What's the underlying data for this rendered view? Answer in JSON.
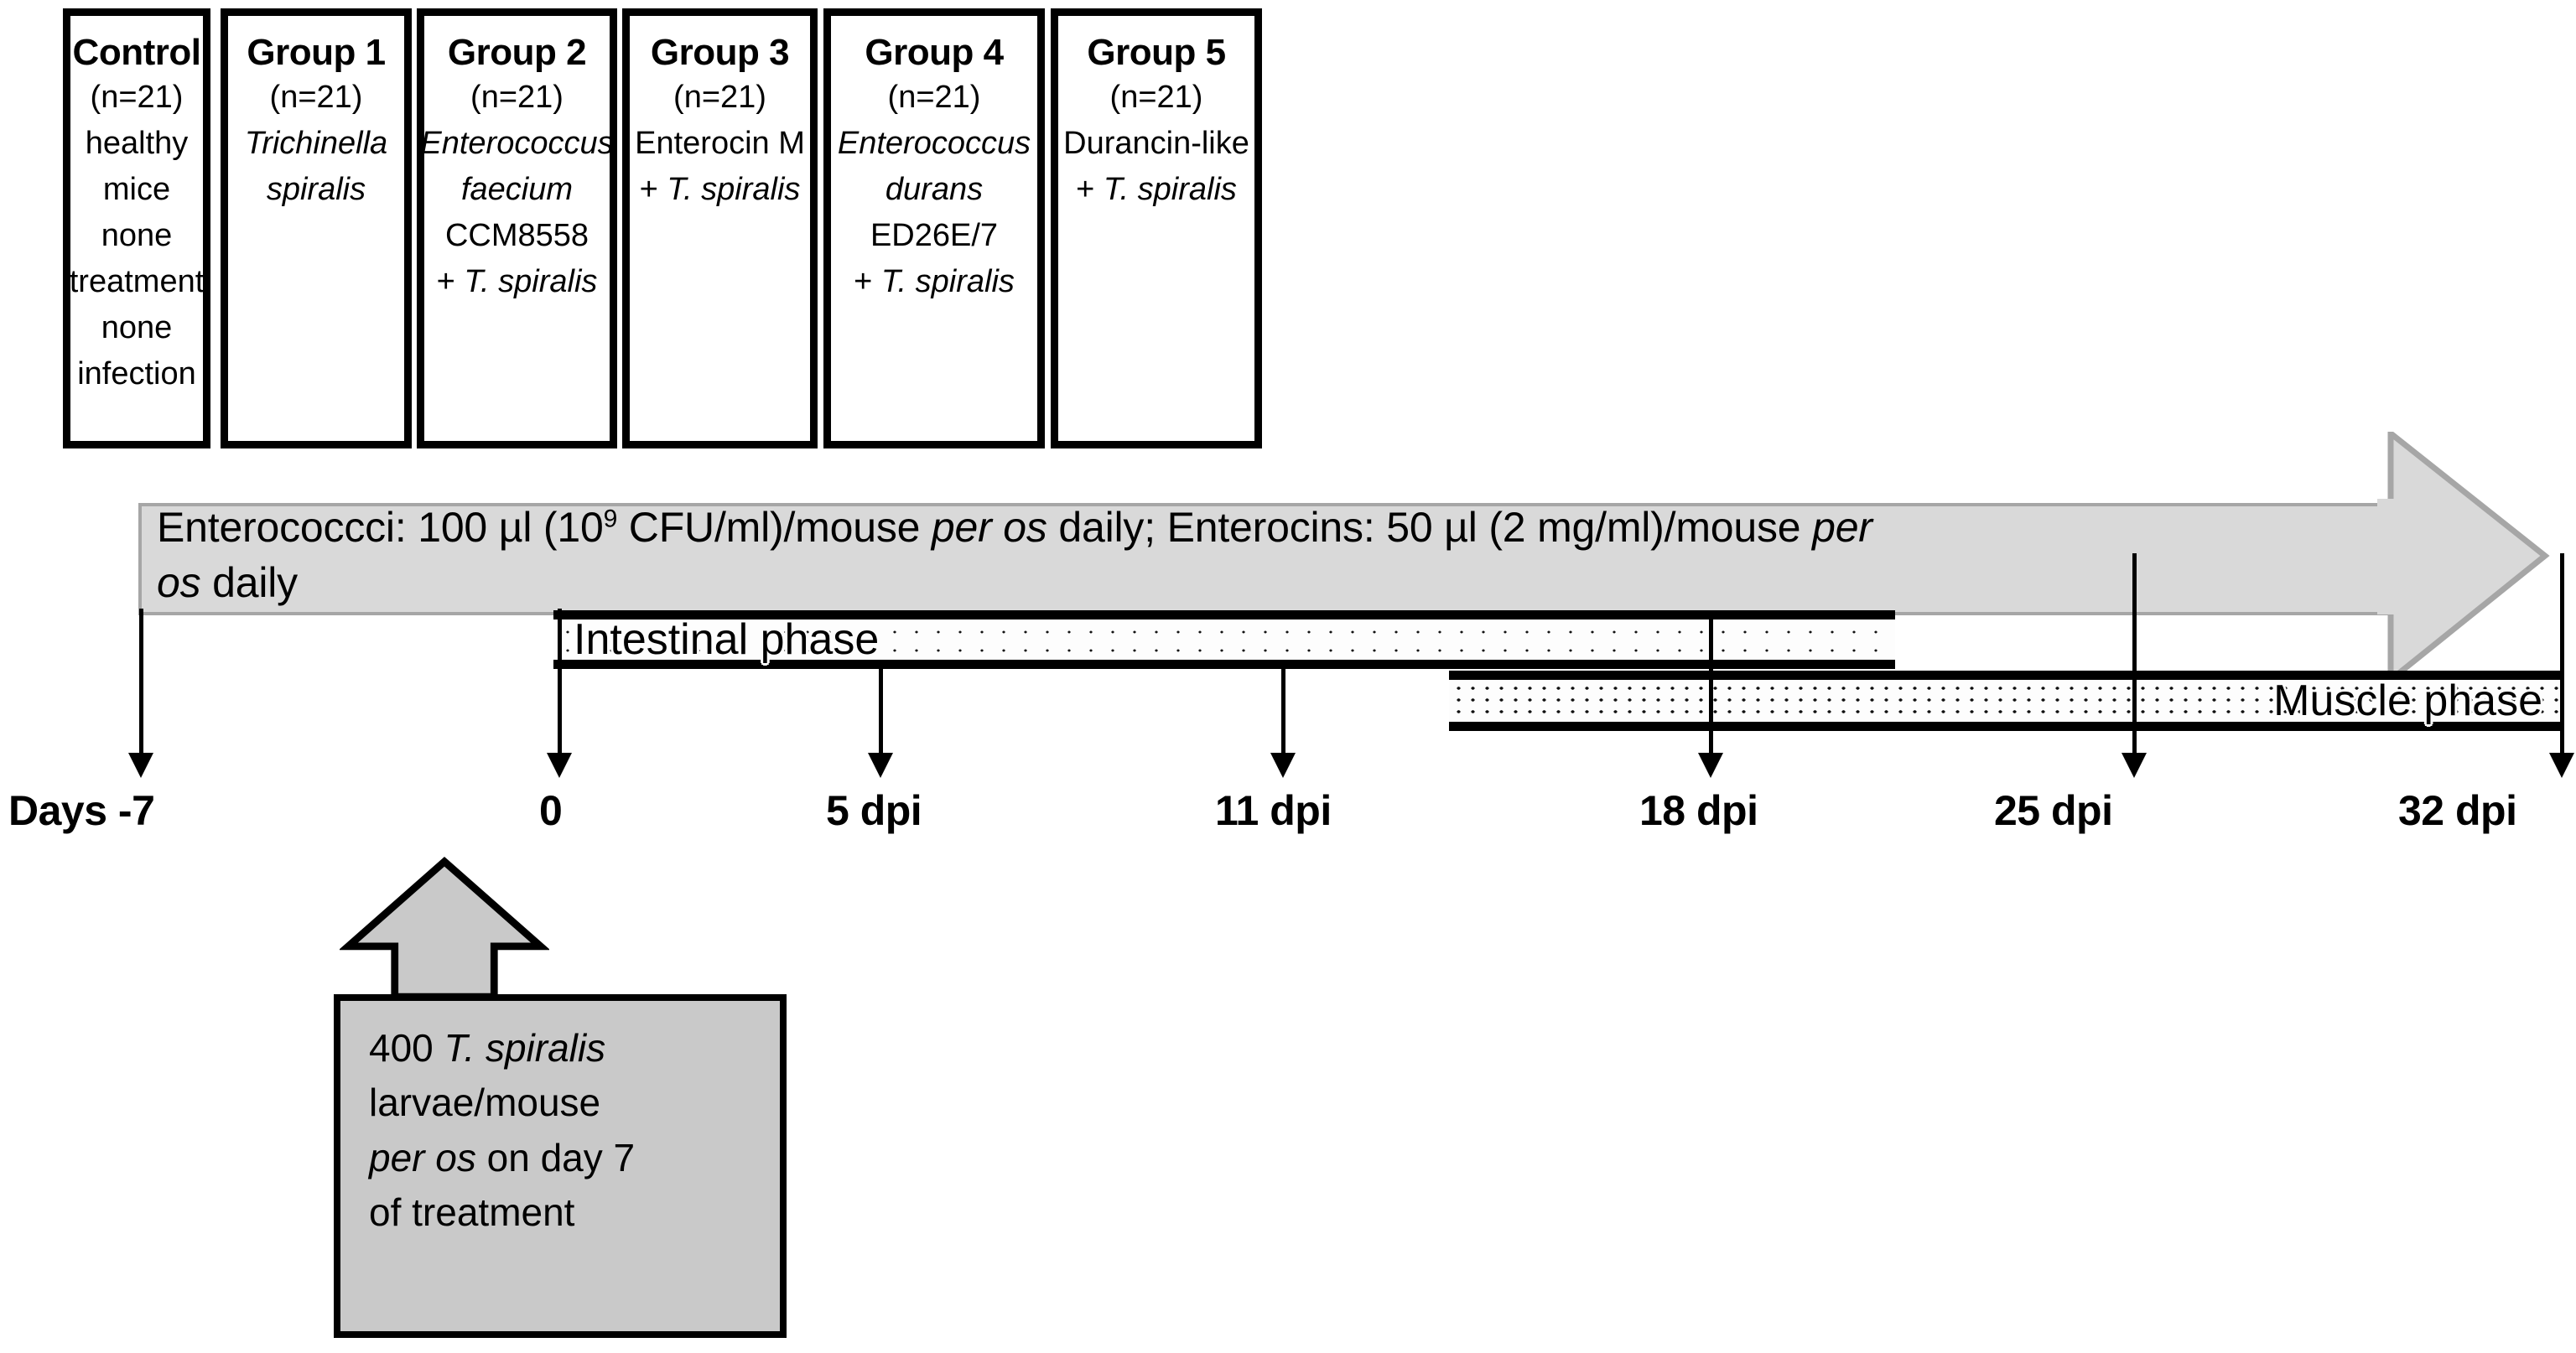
{
  "diagram": {
    "title": "Experimental design: Trichinella spiralis infection with enterococci / enterocin treatment in mice",
    "groups": [
      {
        "name": "Control",
        "n": "(n=21)",
        "lines": [
          {
            "text": "healthy mice",
            "italic": false
          },
          {
            "text": "none treatment",
            "italic": false
          },
          {
            "text": "none infection",
            "italic": false
          }
        ]
      },
      {
        "name": "Group 1",
        "n": "(n=21)",
        "lines": [
          {
            "text": "Trichinella",
            "italic": true
          },
          {
            "text": "spiralis",
            "italic": true
          }
        ]
      },
      {
        "name": "Group 2",
        "n": "(n=21)",
        "lines": [
          {
            "text": "Enterococcus",
            "italic": true
          },
          {
            "text": "faecium CCM8558",
            "italic": "mixed",
            "parts": [
              {
                "t": "faecium ",
                "i": true
              },
              {
                "t": "CCM8558",
                "i": false
              }
            ]
          },
          {
            "text": "+ T. spiralis",
            "italic": "mixed",
            "parts": [
              {
                "t": "+ ",
                "i": false
              },
              {
                "t": "T. spiralis",
                "i": true
              }
            ]
          }
        ]
      },
      {
        "name": "Group 3",
        "n": "(n=21)",
        "lines": [
          {
            "text": "Enterocin M",
            "italic": false
          },
          {
            "text": "+ T. spiralis",
            "italic": "mixed",
            "parts": [
              {
                "t": "+ ",
                "i": false
              },
              {
                "t": "T. spiralis",
                "i": true
              }
            ]
          }
        ]
      },
      {
        "name": "Group 4",
        "n": "(n=21)",
        "lines": [
          {
            "text": "Enterococcus durans",
            "italic": true
          },
          {
            "text": "ED26E/7",
            "italic": false
          },
          {
            "text": "+ T. spiralis",
            "italic": "mixed",
            "parts": [
              {
                "t": "+ ",
                "i": false
              },
              {
                "t": "T. spiralis",
                "i": true
              }
            ]
          }
        ]
      },
      {
        "name": "Group 5",
        "n": "(n=21)",
        "lines": [
          {
            "text": "Durancin-like",
            "italic": false
          },
          {
            "text": "+ T. spiralis",
            "italic": "mixed",
            "parts": [
              {
                "t": "+ ",
                "i": false
              },
              {
                "t": "T. spiralis",
                "i": true
              }
            ]
          }
        ]
      }
    ],
    "treatment_arrow": {
      "line1_a": "Enterococcci: 100 µl (10",
      "line1_sup": "9",
      "line1_b": " CFU/ml)/mouse ",
      "line1_italic": "per os",
      "line1_c": " daily; Enterocins: 50 µl (2 mg/ml)/mouse ",
      "line1_italic2": "per",
      "line2_italic": "os",
      "line2_c": " daily"
    },
    "phases": [
      {
        "label": "Intestinal phase",
        "pattern": "sparse-dots"
      },
      {
        "label": "Muscle phase",
        "pattern": "dense-dots"
      }
    ],
    "timeline": {
      "ticks": [
        {
          "label": "Days -7",
          "day": -7
        },
        {
          "label": "0",
          "day": 0
        },
        {
          "label": "5 dpi",
          "day": 5
        },
        {
          "label": "11 dpi",
          "day": 11
        },
        {
          "label": "18 dpi",
          "day": 18
        },
        {
          "label": "25 dpi",
          "day": 25
        },
        {
          "label": "32 dpi",
          "day": 32
        }
      ]
    },
    "infection_callout": {
      "line1_a": "400 ",
      "line1_italic": "T. spiralis",
      "line2": "larvae/mouse",
      "line3_italic": "per os",
      "line3_b": " on day 7",
      "line4": "of treatment"
    },
    "colors": {
      "arrow_fill": "#d9d9d9",
      "arrow_stroke": "#a6a6a6",
      "callout_fill": "#c9c9c9",
      "stroke": "#000000",
      "background": "#ffffff"
    }
  }
}
